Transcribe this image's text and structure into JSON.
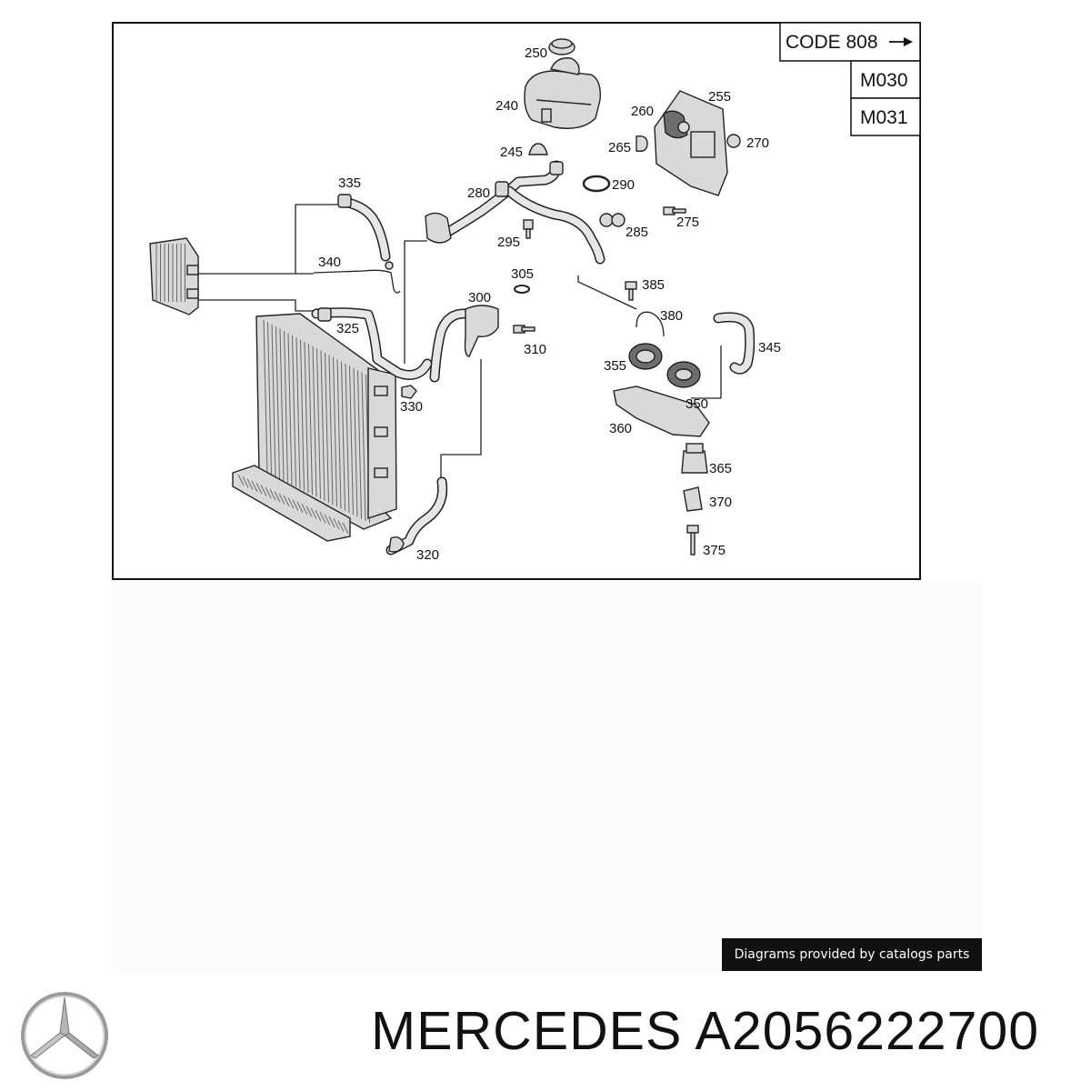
{
  "code_box": {
    "code": "CODE 808",
    "models": [
      "M030",
      "M031"
    ]
  },
  "callouts": {
    "c250": "250",
    "c240": "240",
    "c245": "245",
    "c260": "260",
    "c255": "255",
    "c265": "265",
    "c270": "270",
    "c280": "280",
    "c290": "290",
    "c275": "275",
    "c335": "335",
    "c285": "285",
    "c295": "295",
    "c340": "340",
    "c305": "305",
    "c385": "385",
    "c300": "300",
    "c325": "325",
    "c380": "380",
    "c310": "310",
    "c345": "345",
    "c355": "355",
    "c330": "330",
    "c350": "350",
    "c360": "360",
    "c365": "365",
    "c370": "370",
    "c320": "320",
    "c375": "375"
  },
  "credit": "Diagrams provided by catalogs parts",
  "brand": {
    "name": "MERCEDES",
    "part_number": "A2056222700"
  },
  "colors": {
    "ink": "#111111",
    "part_fill": "#d9d9d9",
    "credit_bg": "#111111"
  }
}
